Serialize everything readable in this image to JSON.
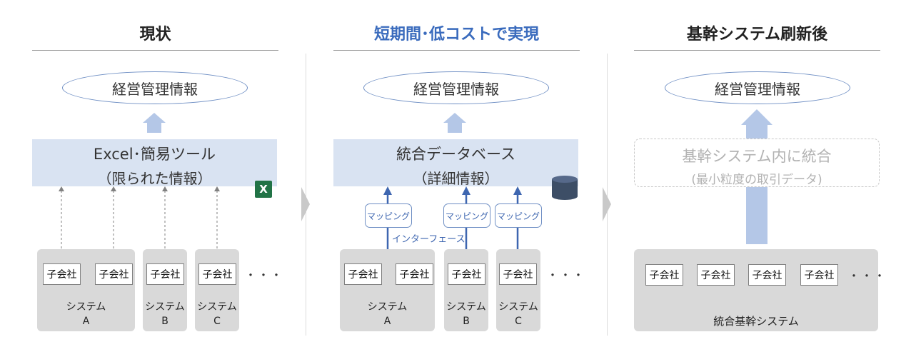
{
  "columns": [
    {
      "title": "現状",
      "title_color": "#222222"
    },
    {
      "title": "短期間･低コストで実現",
      "title_color": "#3a6bbd"
    },
    {
      "title": "基幹システム刷新後",
      "title_color": "#222222"
    }
  ],
  "top_ellipse_label": "経営管理情報",
  "col1": {
    "box_line1": "Excel･簡易ツール",
    "box_line2": "（限られた情報）",
    "excel_icon_letter": "X",
    "subsidiary_label": "子会社",
    "systems": [
      "システム\nA",
      "システム\nB",
      "システム\nC"
    ],
    "dots": "・・・"
  },
  "col2": {
    "box_line1": "統合データベース",
    "box_line2": "（詳細情報）",
    "mapping_label": "マッピング",
    "interface_label": "インターフェース",
    "subsidiary_label": "子会社",
    "systems": [
      "システム\nA",
      "システム\nB",
      "システム\nC"
    ],
    "dots": "・・・"
  },
  "col3": {
    "box_line1": "基幹システム内に統合",
    "box_line2": "(最小粒度の取引データ)",
    "subsidiary_label": "子会社",
    "system_label": "統合基幹システム",
    "dots": "・・・"
  },
  "colors": {
    "accent_blue": "#3e66b0",
    "light_blue": "#d9e3f2",
    "gray_block": "#d9d9d9",
    "excel_green": "#217346"
  }
}
